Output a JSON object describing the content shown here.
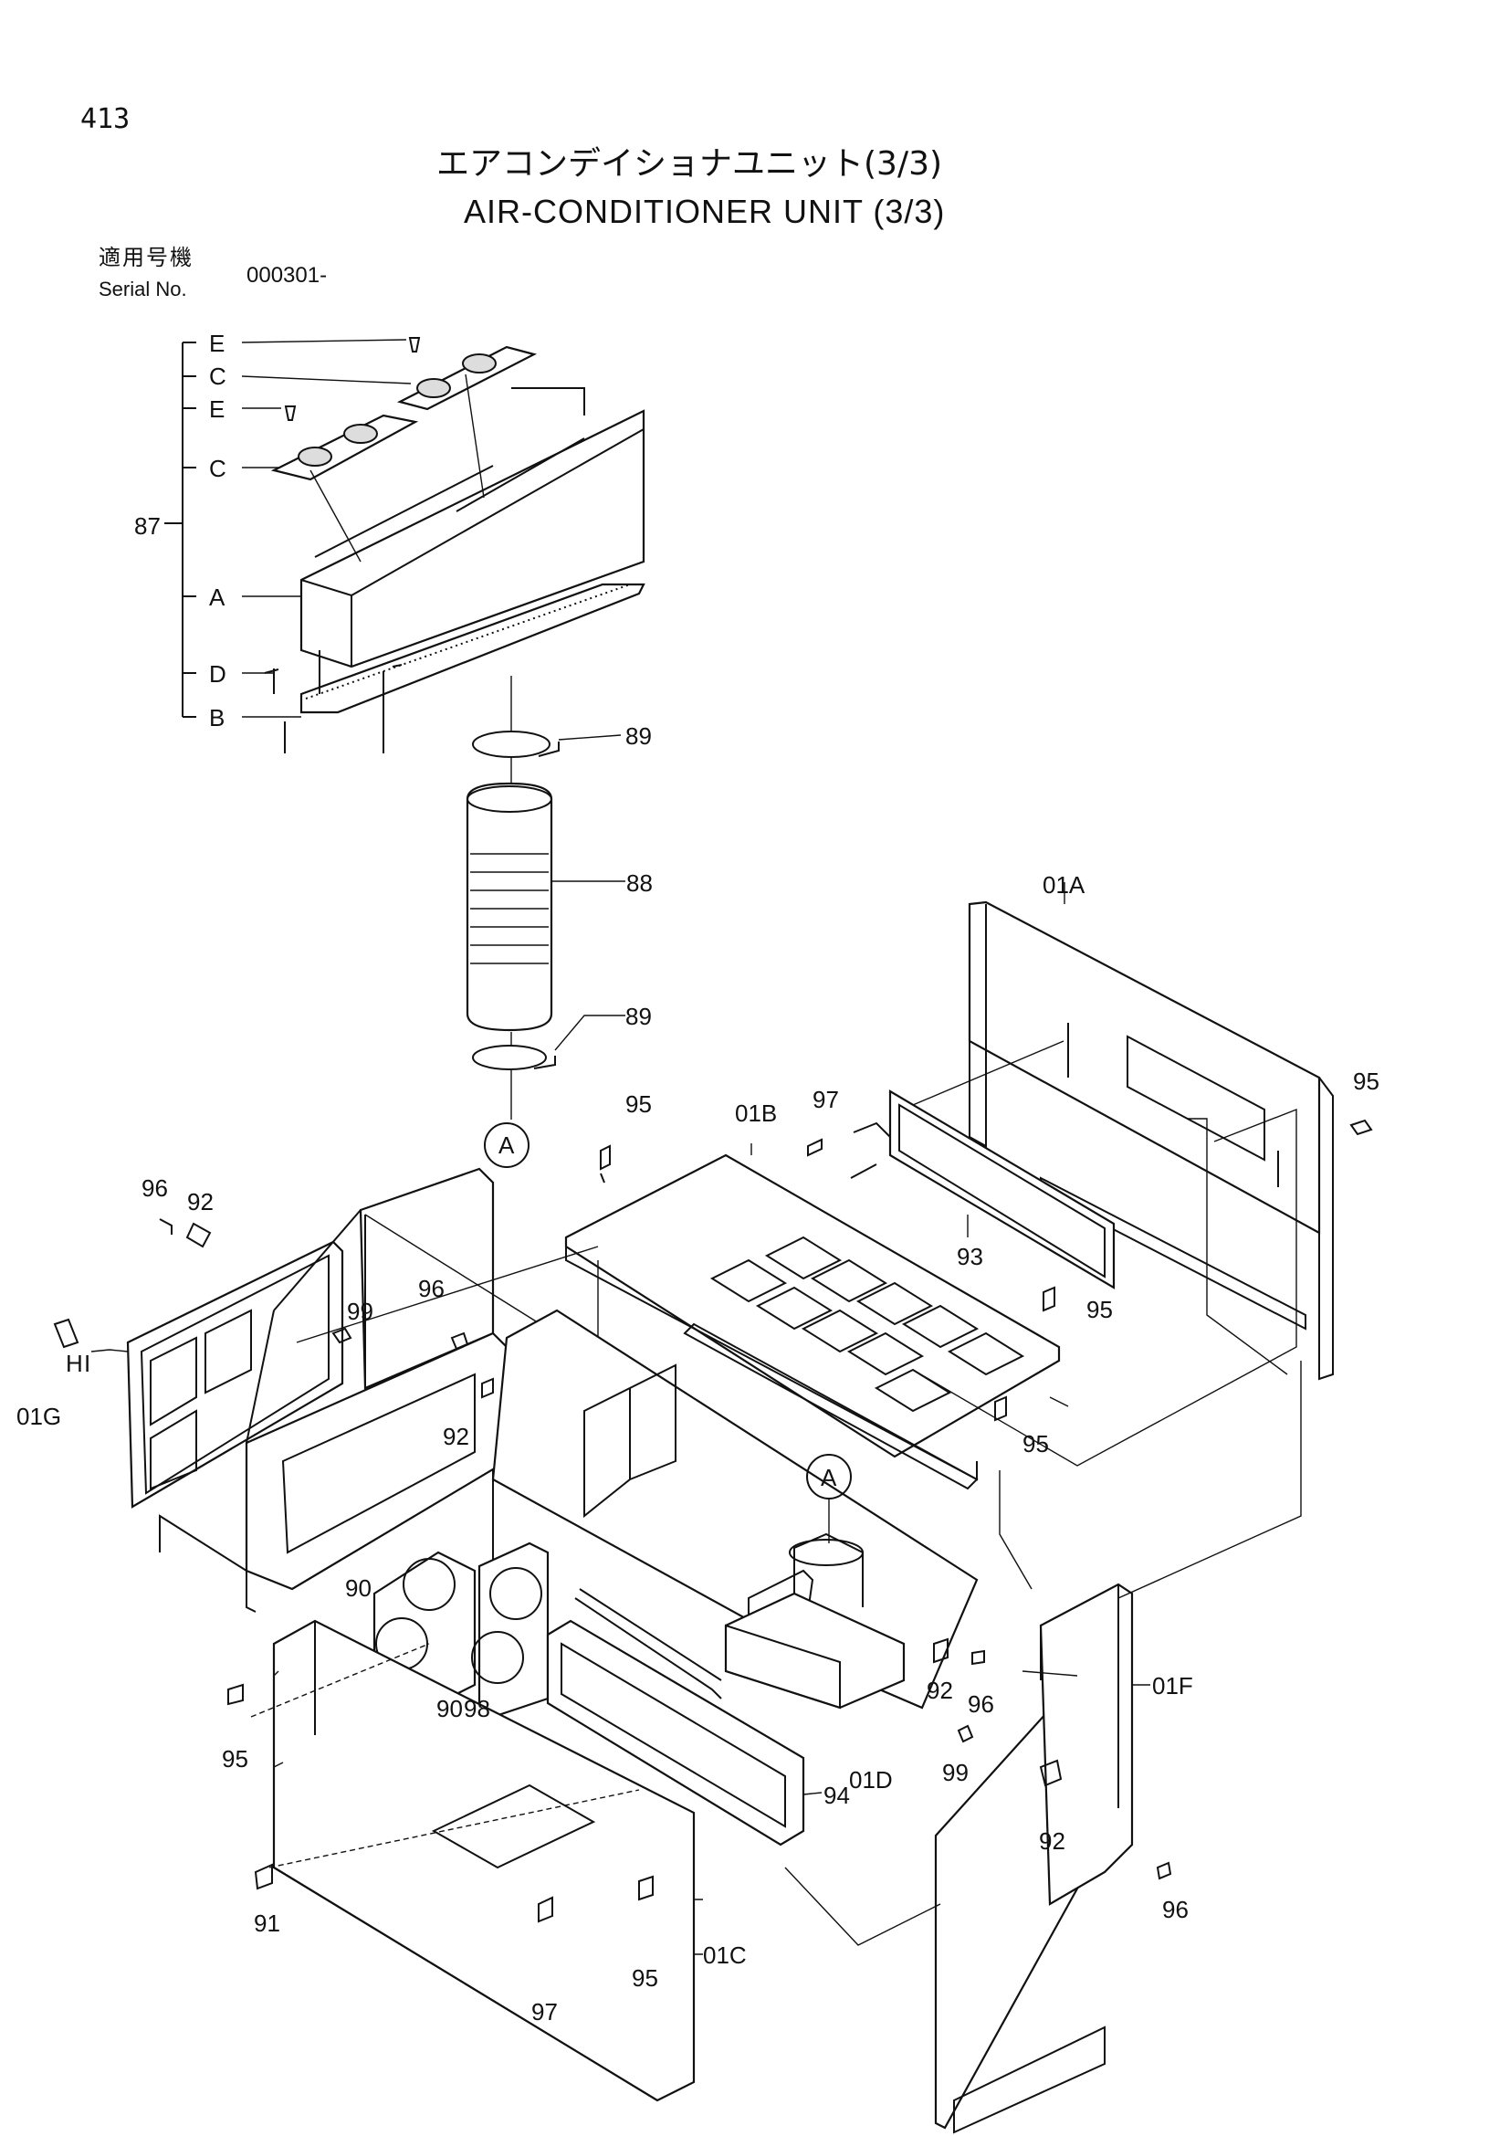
{
  "header": {
    "page_number": "413",
    "title_jp": "エアコンデイショナユニット(3/3)",
    "title_en": "AIR-CONDITIONER UNIT (3/3)",
    "serial_label_jp": "適用号機",
    "serial_label_en": "Serial No.",
    "serial_value": "000301-"
  },
  "callouts": {
    "p87": "87",
    "sub_e1": "E",
    "sub_c1": "C",
    "sub_e2": "E",
    "sub_c2": "C",
    "sub_a": "A",
    "sub_d": "D",
    "sub_b": "B",
    "p89_top": "89",
    "p88": "88",
    "p89_bottom": "89",
    "ref_a_top": "A",
    "p01a": "01A",
    "p97_top": "97",
    "p95_top_left": "95",
    "p01b": "01B",
    "p95_right": "95",
    "p96_left": "96",
    "p92_left": "92",
    "p99_left": "99",
    "p96_mid": "96",
    "p93": "93",
    "p95_mid": "95",
    "sub_h": "H",
    "sub_i": "I",
    "p01g": "01G",
    "p92_mid": "92",
    "p95_lower": "95",
    "ref_a_mid": "A",
    "p90_a": "90",
    "p90_b": "90",
    "p98": "98",
    "p92_right": "92",
    "p96_right": "96",
    "p01f": "01F",
    "p95_bottom_left": "95",
    "p01d": "01D",
    "p99_right": "99",
    "p94": "94",
    "p92_bottom": "92",
    "p96_bottom": "96",
    "p91": "91",
    "p95_bottom": "95",
    "p01c": "01C",
    "p97_bottom": "97"
  }
}
